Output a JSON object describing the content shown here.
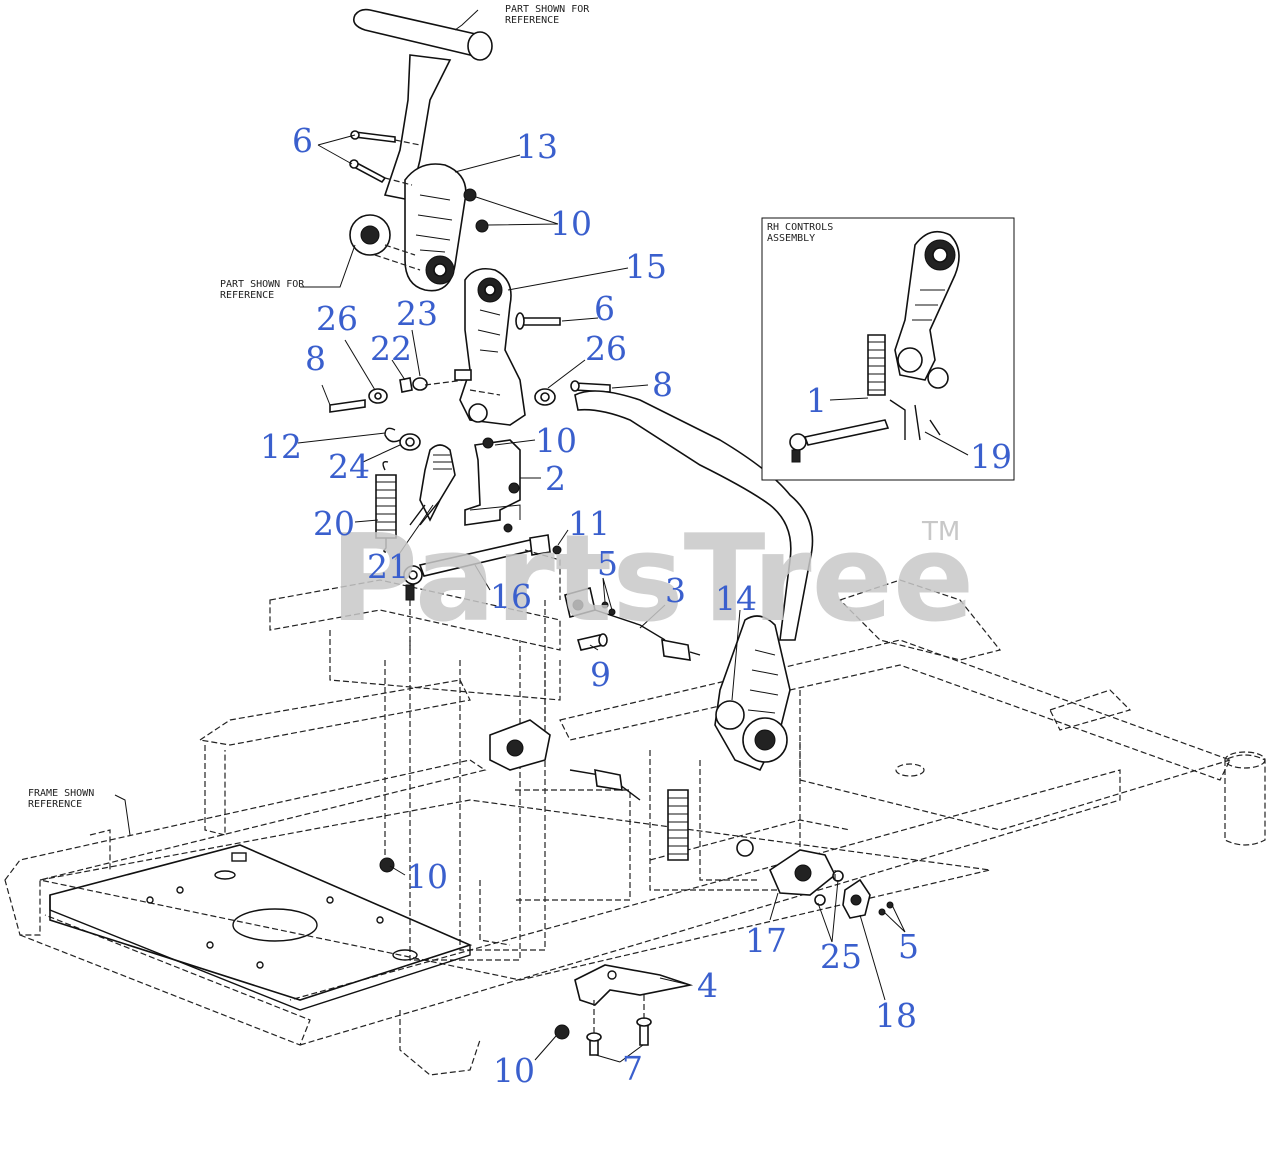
{
  "accent_color": "#3a5fcd",
  "watermark": {
    "text": "PartsTree",
    "tm": "TM"
  },
  "references": {
    "handle": [
      "PART SHOWN FOR",
      "REFERENCE"
    ],
    "knob": [
      "PART SHOWN FOR",
      "REFERENCE"
    ],
    "frame": [
      "FRAME SHOWN",
      "REFERENCE"
    ],
    "inset": [
      "RH CONTROLS",
      "ASSEMBLY"
    ]
  },
  "callouts": [
    {
      "id": "c6a",
      "label": "6"
    },
    {
      "id": "c13",
      "label": "13"
    },
    {
      "id": "c10a",
      "label": "10"
    },
    {
      "id": "c15",
      "label": "15"
    },
    {
      "id": "c6b",
      "label": "6"
    },
    {
      "id": "c26a",
      "label": "26"
    },
    {
      "id": "c23",
      "label": "23"
    },
    {
      "id": "c22",
      "label": "22"
    },
    {
      "id": "c8a",
      "label": "8"
    },
    {
      "id": "c26b",
      "label": "26"
    },
    {
      "id": "c8b",
      "label": "8"
    },
    {
      "id": "c12",
      "label": "12"
    },
    {
      "id": "c10b",
      "label": "10"
    },
    {
      "id": "c24",
      "label": "24"
    },
    {
      "id": "c2",
      "label": "2"
    },
    {
      "id": "c20",
      "label": "20"
    },
    {
      "id": "c11",
      "label": "11"
    },
    {
      "id": "c21",
      "label": "21"
    },
    {
      "id": "c5a",
      "label": "5"
    },
    {
      "id": "c3",
      "label": "3"
    },
    {
      "id": "c16",
      "label": "16"
    },
    {
      "id": "c14",
      "label": "14"
    },
    {
      "id": "c9",
      "label": "9"
    },
    {
      "id": "c1",
      "label": "1"
    },
    {
      "id": "c19",
      "label": "19"
    },
    {
      "id": "c10c",
      "label": "10"
    },
    {
      "id": "c17",
      "label": "17"
    },
    {
      "id": "c25",
      "label": "25"
    },
    {
      "id": "c5b",
      "label": "5"
    },
    {
      "id": "c18",
      "label": "18"
    },
    {
      "id": "c4",
      "label": "4"
    },
    {
      "id": "c10d",
      "label": "10"
    },
    {
      "id": "c7",
      "label": "7"
    }
  ]
}
